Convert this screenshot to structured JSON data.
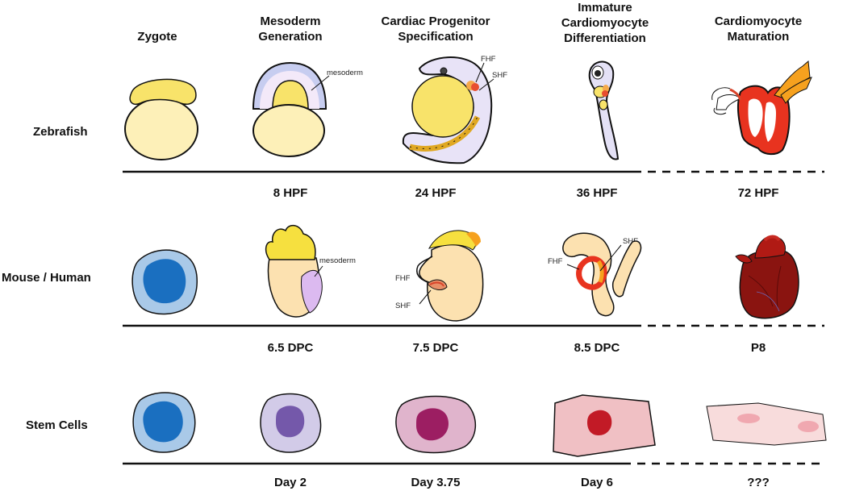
{
  "columns": [
    {
      "lines": [
        "Zygote"
      ]
    },
    {
      "lines": [
        "Mesoderm",
        "Generation"
      ]
    },
    {
      "lines": [
        "Cardiac Progenitor",
        "Specification"
      ]
    },
    {
      "lines": [
        "Immature",
        "Cardiomyocyte",
        "Differentiation"
      ]
    },
    {
      "lines": [
        "Cardiomyocyte",
        "Maturation"
      ]
    }
  ],
  "rows": [
    {
      "label": "Zebrafish",
      "timepoints": [
        "8 HPF",
        "24 HPF",
        "36 HPF",
        "72 HPF"
      ]
    },
    {
      "label": "Mouse / Human",
      "timepoints": [
        "6.5 DPC",
        "7.5 DPC",
        "8.5 DPC",
        "P8"
      ]
    },
    {
      "label": "Stem Cells",
      "timepoints": [
        "Day 2",
        "Day 3.75",
        "Day 6",
        "???"
      ]
    }
  ],
  "annotations": {
    "mesoderm": "mesoderm",
    "fhf": "FHF",
    "shf": "SHF"
  }
}
